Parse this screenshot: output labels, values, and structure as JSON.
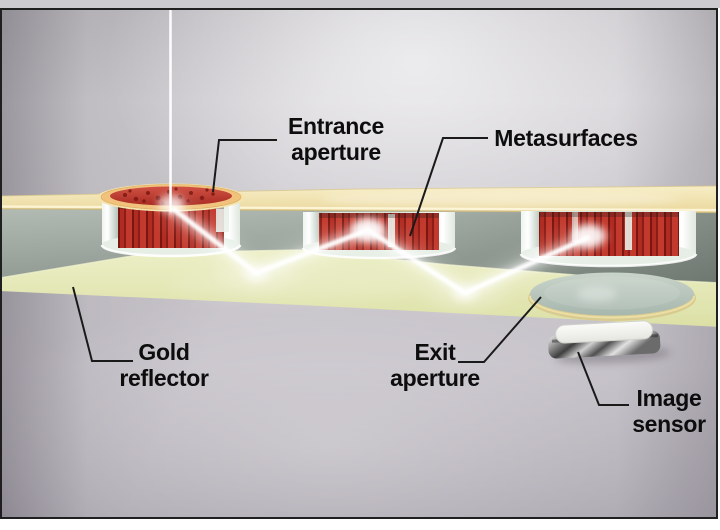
{
  "figure": {
    "kind": "3D rendered optical diagram",
    "labels": {
      "entrance_aperture": "Entrance\naperture",
      "metasurfaces": "Metasurfaces",
      "gold_reflector": "Gold\nreflector",
      "exit_aperture": "Exit\naperture",
      "image_sensor": "Image\nsensor"
    },
    "colors": {
      "top_gold_coating": "#efdfa4",
      "glass_side": "#9aa49c",
      "gold_reflector_band": "#e4e7b8",
      "metasurface_red": "#b52f26",
      "aperture_rim_orange": "#f0c27c",
      "exit_aperture_face": "#b9c6bd",
      "beam": "#ffffff",
      "label_text": "#0d0d0d",
      "frame": "#1f1f1f",
      "background_gray": "#c9c6cc"
    }
  }
}
